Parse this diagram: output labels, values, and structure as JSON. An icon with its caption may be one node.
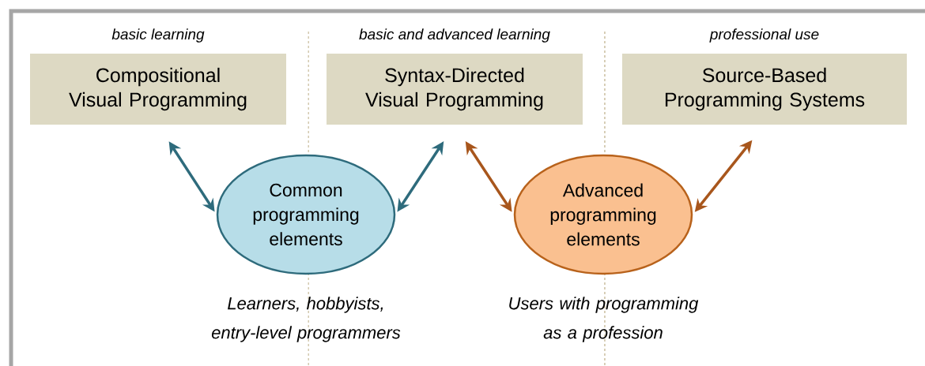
{
  "diagram": {
    "nodes": [
      {
        "text": [
          "basic learning",
          "Compositional Visual Programming"
        ]
      },
      {
        "text": [
          "basic and advanced learning",
          "Syntax-Directed Visual Programming"
        ]
      },
      {
        "text": [
          "professional use",
          "Source-Based Programming Systems"
        ]
      },
      {
        "text": [
          "Common programming elements"
        ],
        "beside": [
          "Learners, hobbyists, entry-level programmers"
        ]
      },
      {
        "text": [
          "Advanced programming elements"
        ],
        "beside": [
          "Users with programming as a profession"
        ]
      }
    ],
    "edges": [
      {
        "from": 0,
        "to": 3,
        "arrow": "both",
        "color": "#2e6b7c"
      },
      {
        "from": 1,
        "to": 3,
        "arrow": "both",
        "color": "#2e6b7c"
      },
      {
        "from": 1,
        "to": 4,
        "arrow": "both",
        "color": "#a8561c"
      },
      {
        "from": 2,
        "to": 4,
        "arrow": "both",
        "color": "#a8561c"
      }
    ]
  }
}
